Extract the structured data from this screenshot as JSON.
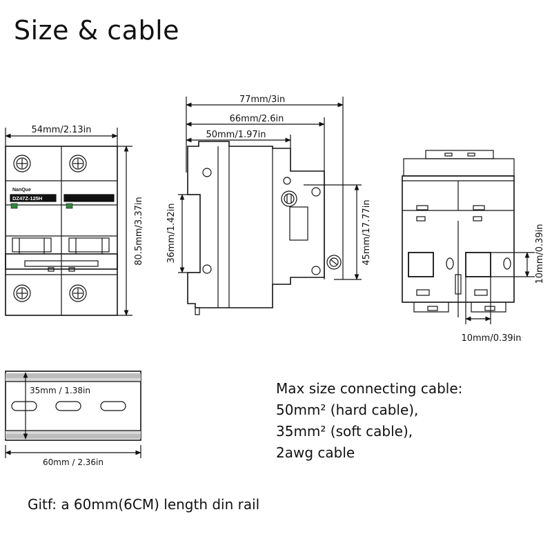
{
  "title": "Size & cable",
  "front_view": {
    "width_label": "54mm/2.13in",
    "height_label": "80.5mm/3.37in",
    "brand": "NanQue",
    "model": "DZ47Z-125H"
  },
  "side_view": {
    "total_depth_label": "77mm/3in",
    "mid_depth_label": "66mm/2.6in",
    "body_depth_label": "50mm/1.97in",
    "rail_height_label": "36mm/1.42in",
    "terminal_height_label": "45mm/17.77in"
  },
  "bottom_view": {
    "terminal_height_label": "10mm/0.39in",
    "terminal_width_label": "10mm/0.39in"
  },
  "din_rail": {
    "height_label": "35mm / 1.38in",
    "length_label": "60mm / 2.36in"
  },
  "cable_info": {
    "heading": "Max size connecting cable:",
    "lines": [
      "50mm² (hard cable),",
      "35mm² (soft cable),",
      "2awg cable"
    ]
  },
  "gift_note": "Gitf: a 60mm(6CM) length din rail"
}
